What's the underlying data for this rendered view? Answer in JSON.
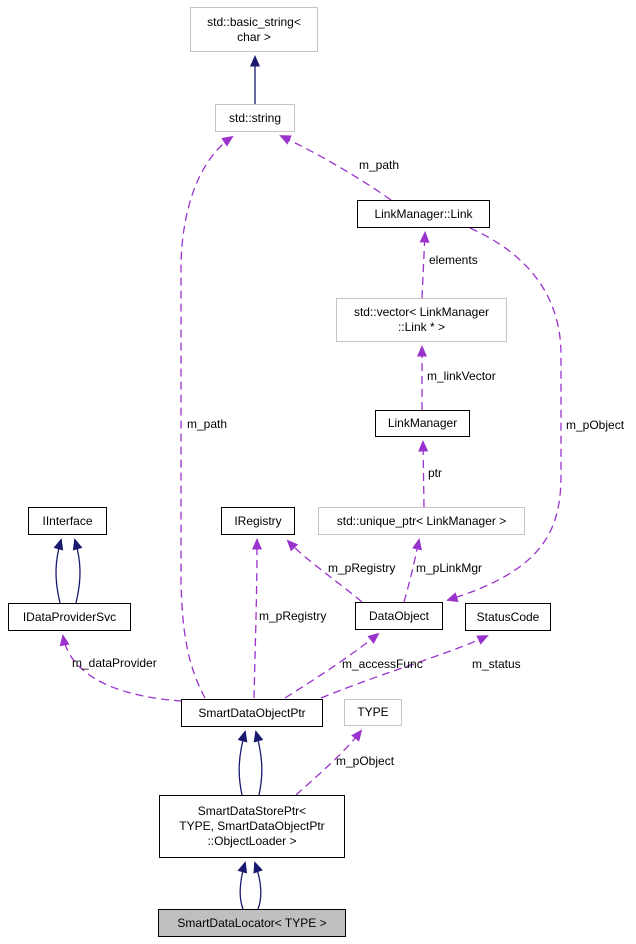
{
  "diagram": {
    "type": "doxygen-collaboration-graph",
    "colors": {
      "background": "#ffffff",
      "inheritance_arrow": "#191970",
      "usage_arrow": "#9a32cd",
      "node_border": "#000000",
      "template_node_border": "#c4c4c4",
      "selected_node_fill": "#bfbfbf",
      "text": "#000000"
    },
    "nodes": {
      "basic_string": {
        "label": "std::basic_string<\nchar >"
      },
      "std_string": {
        "label": "std::string"
      },
      "link_manager_link": {
        "label": "LinkManager::Link"
      },
      "vector_link_ptr": {
        "label": "std::vector< LinkManager\n::Link * >"
      },
      "link_manager": {
        "label": "LinkManager"
      },
      "iinterface": {
        "label": "IInterface"
      },
      "iregistry": {
        "label": "IRegistry"
      },
      "unique_ptr": {
        "label": "std::unique_ptr< LinkManager >"
      },
      "idataprovidersvc": {
        "label": "IDataProviderSvc"
      },
      "dataobject": {
        "label": "DataObject"
      },
      "statuscode": {
        "label": "StatusCode"
      },
      "smart_data_object_ptr": {
        "label": "SmartDataObjectPtr"
      },
      "type": {
        "label": "TYPE"
      },
      "smart_data_store_ptr": {
        "label": "SmartDataStorePtr<\nTYPE, SmartDataObjectPtr\n::ObjectLoader >"
      },
      "smart_data_locator": {
        "label": "SmartDataLocator< TYPE >"
      }
    },
    "edges": [
      {
        "from": "std::string",
        "to": "std::basic_string< char >",
        "type": "inheritance",
        "label": ""
      },
      {
        "from": "IDataProviderSvc",
        "to": "IInterface",
        "type": "inheritance",
        "count": 2,
        "label": ""
      },
      {
        "from": "SmartDataStorePtr",
        "to": "SmartDataObjectPtr",
        "type": "inheritance",
        "count": 2,
        "label": ""
      },
      {
        "from": "SmartDataLocator",
        "to": "SmartDataStorePtr",
        "type": "inheritance",
        "count": 2,
        "label": ""
      },
      {
        "from": "LinkManager::Link",
        "to": "std::string",
        "type": "usage",
        "label": "m_path"
      },
      {
        "from": "SmartDataObjectPtr",
        "to": "std::string",
        "type": "usage",
        "label": "m_path"
      },
      {
        "from": "std::vector< LinkManager::Link * >",
        "to": "LinkManager::Link",
        "type": "usage",
        "label": "elements"
      },
      {
        "from": "LinkManager",
        "to": "std::vector< LinkManager::Link * >",
        "type": "usage",
        "label": "m_linkVector"
      },
      {
        "from": "std::unique_ptr< LinkManager >",
        "to": "LinkManager",
        "type": "usage",
        "label": "ptr"
      },
      {
        "from": "LinkManager::Link",
        "to": "DataObject",
        "type": "usage",
        "label": "m_pObject"
      },
      {
        "from": "DataObject",
        "to": "IRegistry",
        "type": "usage",
        "label": "m_pRegistry"
      },
      {
        "from": "DataObject",
        "to": "std::unique_ptr< LinkManager >",
        "type": "usage",
        "label": "m_pLinkMgr"
      },
      {
        "from": "SmartDataObjectPtr",
        "to": "IRegistry",
        "type": "usage",
        "label": "m_pRegistry"
      },
      {
        "from": "SmartDataObjectPtr",
        "to": "IDataProviderSvc",
        "type": "usage",
        "label": "m_dataProvider"
      },
      {
        "from": "SmartDataObjectPtr",
        "to": "DataObject",
        "type": "usage",
        "label": "m_accessFunc"
      },
      {
        "from": "SmartDataObjectPtr",
        "to": "StatusCode",
        "type": "usage",
        "label": "m_status"
      },
      {
        "from": "SmartDataStorePtr",
        "to": "TYPE",
        "type": "usage",
        "label": "m_pObject"
      }
    ]
  }
}
